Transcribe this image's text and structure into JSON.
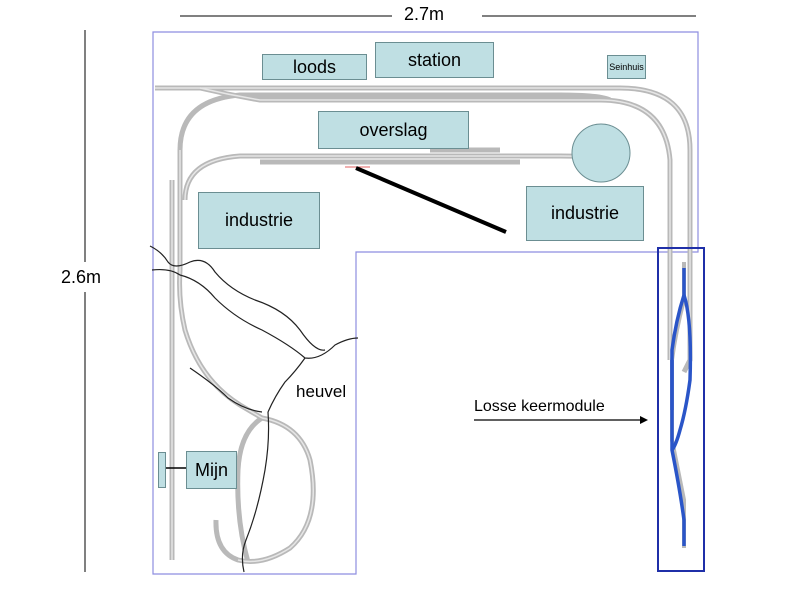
{
  "dimensions": {
    "width": "2.7m",
    "height": "2.6m"
  },
  "buildings": {
    "loods": "loods",
    "station": "station",
    "seinhuis": "Seinhuis",
    "overslag": "overslag",
    "industrie_left": "industrie",
    "industrie_right": "industrie",
    "mijn": "Mijn"
  },
  "labels": {
    "heuvel": "heuvel",
    "module": "Losse keermodule"
  },
  "colors": {
    "track": "#b9b9b9",
    "outline": "#8e8ee0",
    "module_border": "#1f2fa8",
    "module_track": "#2a55c8",
    "building_fill": "#bfdfe3"
  }
}
